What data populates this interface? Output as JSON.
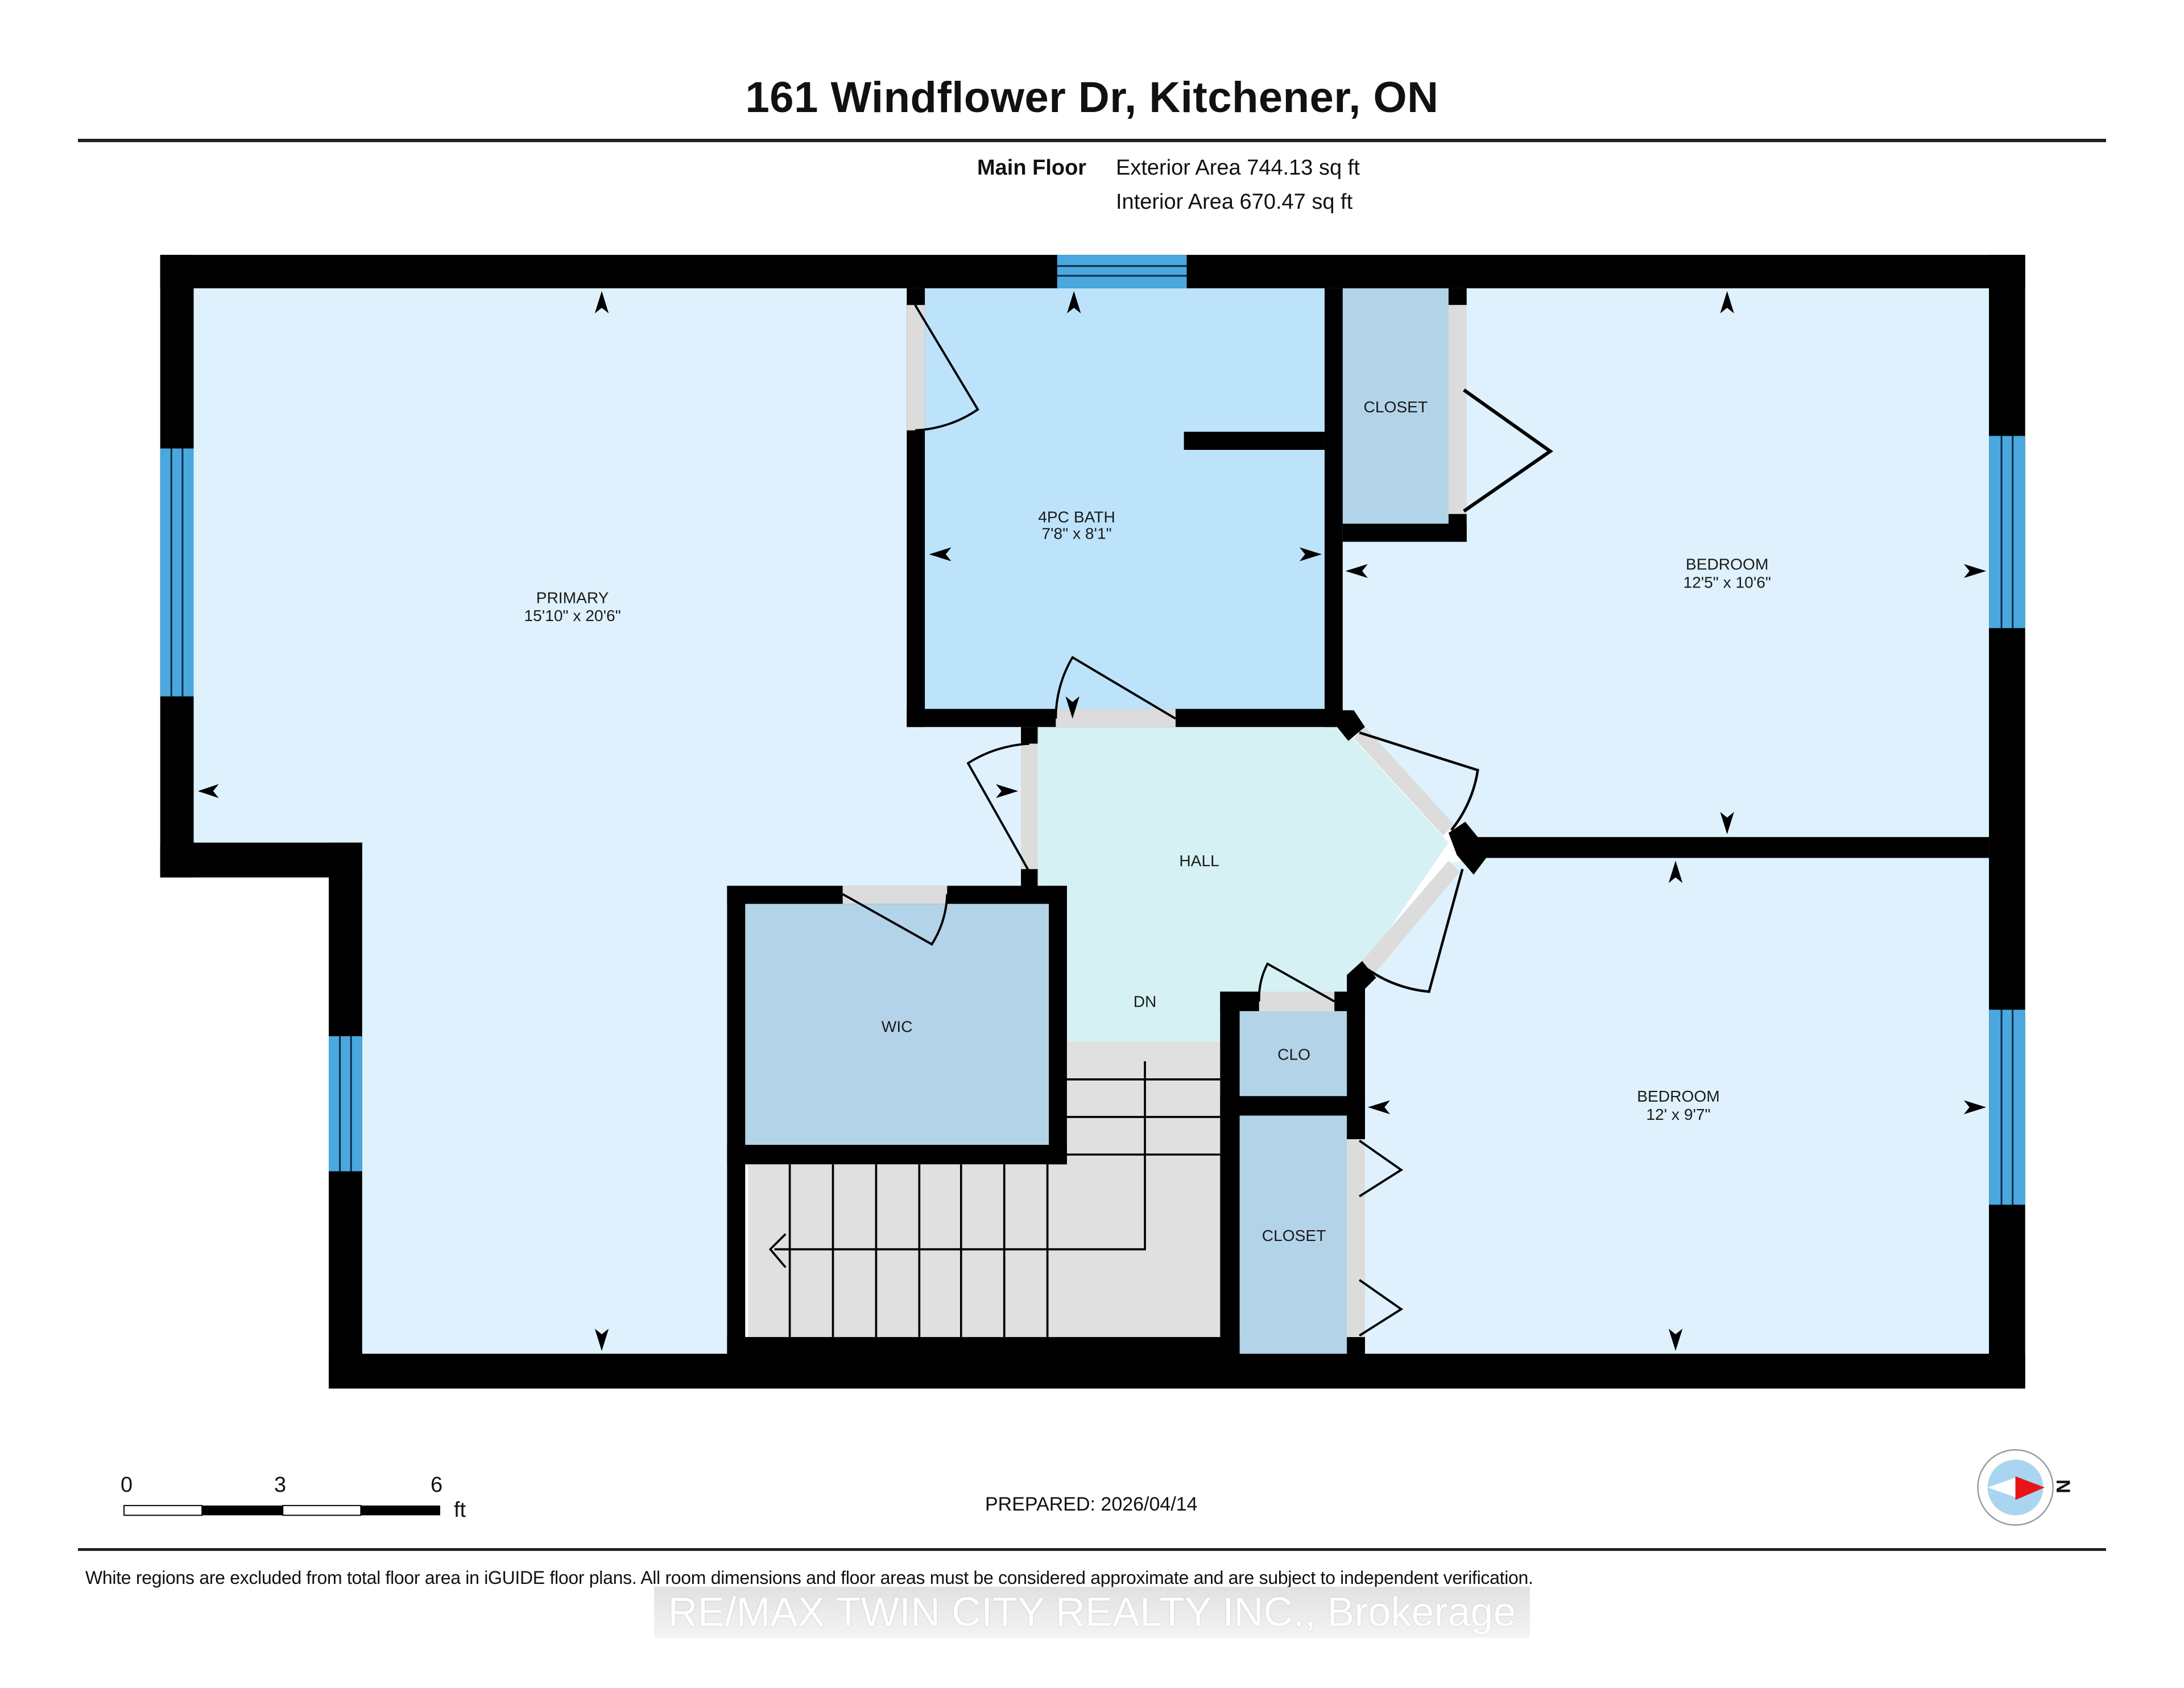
{
  "header": {
    "title": "161 Windflower Dr, Kitchener, ON",
    "floor_name": "Main Floor",
    "exterior_area": "Exterior Area 744.13 sq ft",
    "interior_area": "Interior Area 670.47 sq ft"
  },
  "rooms": [
    {
      "id": "primary",
      "name": "PRIMARY",
      "dims": "15'10\" x 20'6\"",
      "color": "#dff1fc"
    },
    {
      "id": "bath",
      "name": "4PC BATH",
      "dims": "7'8\" x 8'1\"",
      "color": "#bde3fa"
    },
    {
      "id": "closet_top",
      "name": "CLOSET",
      "dims": "",
      "color": "#b3d3e9"
    },
    {
      "id": "bedroom1",
      "name": "BEDROOM",
      "dims": "12'5\" x 10'6\"",
      "color": "#dff1fc"
    },
    {
      "id": "hall",
      "name": "HALL",
      "dims": "",
      "color": "#d6f1f3"
    },
    {
      "id": "wic",
      "name": "WIC",
      "dims": "",
      "color": "#b3d3e9"
    },
    {
      "id": "clo",
      "name": "CLO",
      "dims": "",
      "color": "#b3d3e9"
    },
    {
      "id": "closet_bottom",
      "name": "CLOSET",
      "dims": "",
      "color": "#b3d3e9"
    },
    {
      "id": "bedroom2",
      "name": "BEDROOM",
      "dims": "12' x 9'7\"",
      "color": "#dff1fc"
    }
  ],
  "stairs": {
    "label": "DN",
    "color": "#e0e0e0"
  },
  "colors": {
    "wall": "#000000",
    "window": "#4aa8df",
    "door_opening": "#dcdcdc"
  },
  "scale_bar": {
    "ticks": [
      "0",
      "3",
      "6"
    ],
    "unit": "ft"
  },
  "compass": {
    "label": "N",
    "needle_color": "#e8141a",
    "face_color": "#a9d5f0"
  },
  "footer": {
    "prepared": "PREPARED: 2026/04/14",
    "disclaimer": "White regions are excluded from total floor area in iGUIDE floor plans. All room dimensions and floor areas must be considered approximate and are subject to independent verification.",
    "watermark": "RE/MAX TWIN CITY REALTY INC., Brokerage"
  }
}
